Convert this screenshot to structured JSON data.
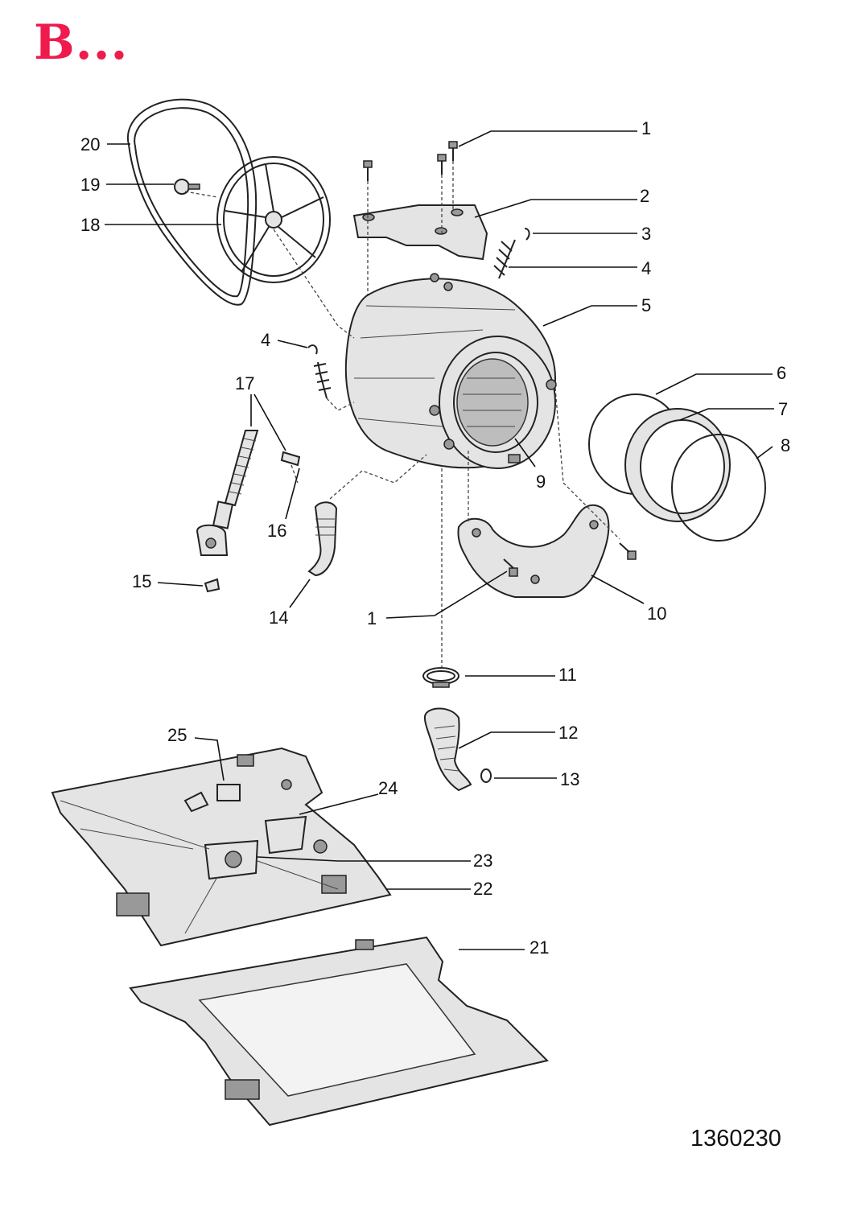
{
  "header": {
    "title": "B...",
    "title_color": "#ee1b4c"
  },
  "drawing_number": "1360230",
  "callouts": {
    "c1a": "1",
    "c2": "2",
    "c3": "3",
    "c4a": "4",
    "c5": "5",
    "c6": "6",
    "c7": "7",
    "c8": "8",
    "c9": "9",
    "c10": "10",
    "c1b": "1",
    "c11": "11",
    "c12": "12",
    "c13": "13",
    "c14": "14",
    "c15": "15",
    "c16": "16",
    "c17": "17",
    "c4b": "4",
    "c18": "18",
    "c19": "19",
    "c20": "20",
    "c21": "21",
    "c22": "22",
    "c23": "23",
    "c24": "24",
    "c25": "25"
  }
}
